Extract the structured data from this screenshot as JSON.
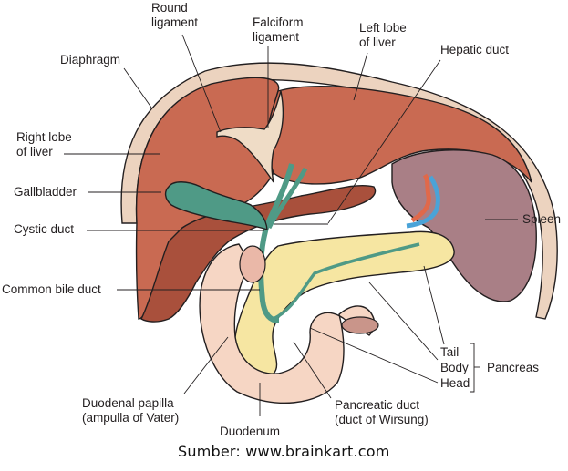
{
  "title": "Liver, gallbladder, pancreas and spleen anatomy",
  "colors": {
    "liver": "#c96a52",
    "liver_dark": "#a9503c",
    "diaphragm": "#ecd3bf",
    "ligament": "#efdcc6",
    "gallbladder": "#4f9a86",
    "pancreas": "#f6e6a2",
    "duodenum": "#f6d6c4",
    "spleen": "#a97f86",
    "artery": "#e0694a",
    "vein": "#4aa3d8",
    "line": "#231f20"
  },
  "labels": {
    "round_ligament": "Round\nligament",
    "falciform_ligament": "Falciform\nligament",
    "left_lobe": "Left lobe\nof liver",
    "hepatic_duct": "Hepatic duct",
    "diaphragm": "Diaphragm",
    "right_lobe": "Right lobe\nof liver",
    "gallbladder": "Gallbladder",
    "cystic_duct": "Cystic duct",
    "spleen": "Spleen",
    "common_bile_duct": "Common bile duct",
    "tail": "Tail",
    "body": "Body",
    "head": "Head",
    "pancreas": "Pancreas",
    "duodenal_papilla": "Duodenal papilla\n(ampulla of Vater)",
    "pancreatic_duct": "Pancreatic duct\n(duct of Wirsung)",
    "duodenum": "Duodenum"
  },
  "credit": "Sumber: www.brainkart.com"
}
